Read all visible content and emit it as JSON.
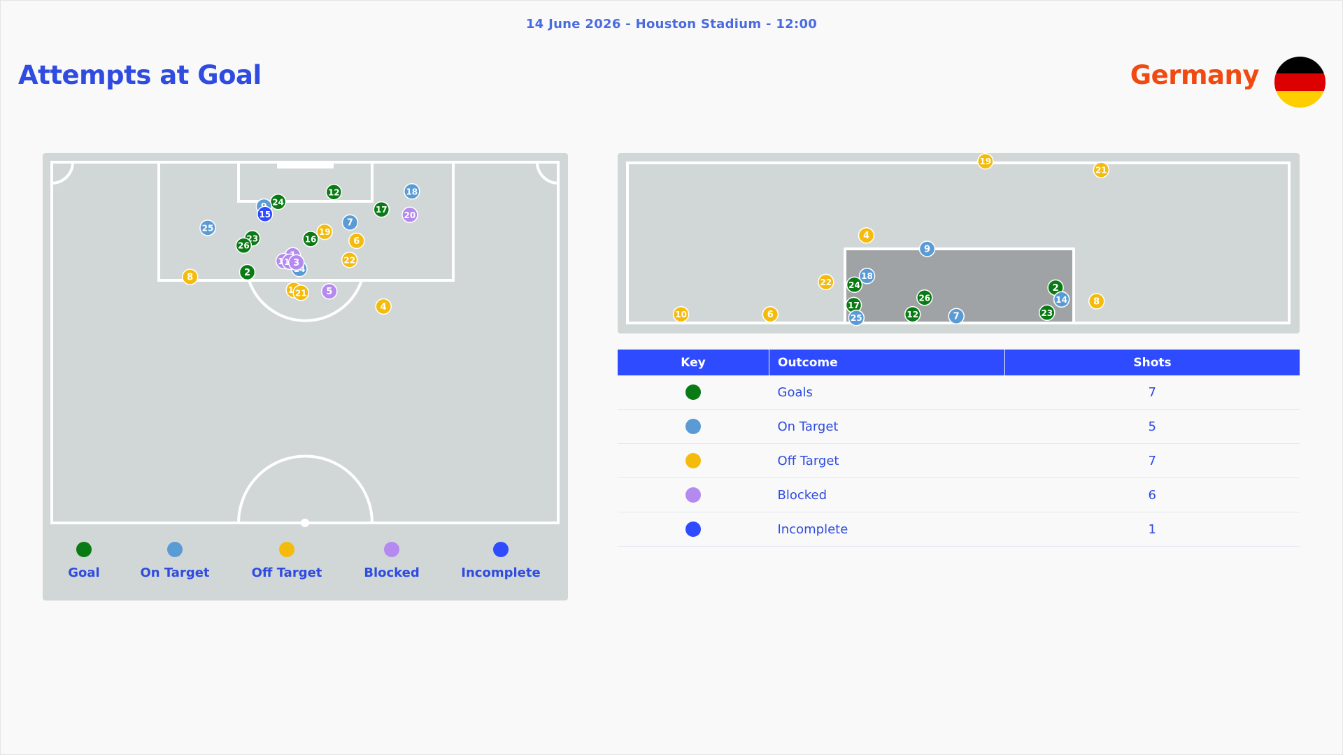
{
  "header": {
    "match_info": "14 June 2026 - Houston Stadium - 12:00",
    "title": "Attempts at Goal",
    "team": "Germany",
    "flag_icon": "germany-flag-icon"
  },
  "colors": {
    "goal": "#0a7a14",
    "on_target": "#5b9bd5",
    "off_target": "#f5bb0c",
    "blocked": "#b48af0",
    "incomplete": "#2f4bff",
    "title": "#2f4be0",
    "team": "#f04a12",
    "pitch": "#d0d7d6",
    "goal_mouth": "#a0a3a5"
  },
  "flag_colors": [
    "#000000",
    "#dd0000",
    "#ffce00"
  ],
  "legend": [
    {
      "outcome": "goal",
      "label": "Goal"
    },
    {
      "outcome": "on_target",
      "label": "On Target"
    },
    {
      "outcome": "off_target",
      "label": "Off Target"
    },
    {
      "outcome": "blocked",
      "label": "Blocked"
    },
    {
      "outcome": "incomplete",
      "label": "Incomplete"
    }
  ],
  "table": {
    "headers": [
      "Key",
      "Outcome",
      "Shots"
    ],
    "rows": [
      {
        "outcome": "goal",
        "label": "Goals",
        "shots": 7
      },
      {
        "outcome": "on_target",
        "label": "On Target",
        "shots": 5
      },
      {
        "outcome": "off_target",
        "label": "Off Target",
        "shots": 7
      },
      {
        "outcome": "blocked",
        "label": "Blocked",
        "shots": 6
      },
      {
        "outcome": "incomplete",
        "label": "Incomplete",
        "shots": 1
      }
    ]
  },
  "chart_data": [
    {
      "type": "scatter",
      "x_range": [
        0,
        100
      ],
      "y_range": [
        0,
        100
      ],
      "shots": [
        {
          "label": "12",
          "outcome": "goal",
          "x": 55.7,
          "y": 8.3
        },
        {
          "label": "24",
          "outcome": "goal",
          "x": 44.7,
          "y": 11.0
        },
        {
          "label": "17",
          "outcome": "goal",
          "x": 65.1,
          "y": 13.1
        },
        {
          "label": "16",
          "outcome": "goal",
          "x": 51.1,
          "y": 21.3
        },
        {
          "label": "23",
          "outcome": "goal",
          "x": 39.6,
          "y": 21.1
        },
        {
          "label": "26",
          "outcome": "goal",
          "x": 37.9,
          "y": 23.1
        },
        {
          "label": "2",
          "outcome": "goal",
          "x": 38.6,
          "y": 30.5
        },
        {
          "label": "18",
          "outcome": "on_target",
          "x": 71.1,
          "y": 8.1
        },
        {
          "label": "9",
          "outcome": "on_target",
          "x": 41.9,
          "y": 12.3
        },
        {
          "label": "7",
          "outcome": "on_target",
          "x": 58.9,
          "y": 16.7
        },
        {
          "label": "25",
          "outcome": "on_target",
          "x": 30.8,
          "y": 18.2
        },
        {
          "label": "14",
          "outcome": "on_target",
          "x": 48.9,
          "y": 29.6
        },
        {
          "label": "19",
          "outcome": "off_target",
          "x": 53.9,
          "y": 19.3
        },
        {
          "label": "6",
          "outcome": "off_target",
          "x": 60.2,
          "y": 21.8
        },
        {
          "label": "22",
          "outcome": "off_target",
          "x": 58.8,
          "y": 27.1
        },
        {
          "label": "8",
          "outcome": "off_target",
          "x": 27.3,
          "y": 31.8
        },
        {
          "label": "10",
          "outcome": "off_target",
          "x": 47.8,
          "y": 35.4
        },
        {
          "label": "21",
          "outcome": "off_target",
          "x": 49.2,
          "y": 36.2
        },
        {
          "label": "4",
          "outcome": "off_target",
          "x": 65.5,
          "y": 40.0
        },
        {
          "label": "20",
          "outcome": "blocked",
          "x": 70.7,
          "y": 14.6
        },
        {
          "label": "1",
          "outcome": "blocked",
          "x": 47.6,
          "y": 25.8
        },
        {
          "label": "11",
          "outcome": "blocked",
          "x": 45.8,
          "y": 27.4
        },
        {
          "label": "13",
          "outcome": "blocked",
          "x": 47.0,
          "y": 27.6
        },
        {
          "label": "3",
          "outcome": "blocked",
          "x": 48.3,
          "y": 27.8
        },
        {
          "label": "5",
          "outcome": "blocked",
          "x": 54.8,
          "y": 35.8
        },
        {
          "label": "15",
          "outcome": "incomplete",
          "x": 42.1,
          "y": 14.4
        }
      ]
    },
    {
      "type": "scatter",
      "x_range": [
        0,
        100
      ],
      "y_range": [
        0,
        100
      ],
      "shots": [
        {
          "label": "19",
          "outcome": "off_target",
          "x": 54.1,
          "y": 101.0
        },
        {
          "label": "21",
          "outcome": "off_target",
          "x": 71.6,
          "y": 95.6
        },
        {
          "label": "4",
          "outcome": "off_target",
          "x": 36.1,
          "y": 54.7
        },
        {
          "label": "9",
          "outcome": "on_target",
          "x": 45.3,
          "y": 46.3
        },
        {
          "label": "22",
          "outcome": "off_target",
          "x": 30.0,
          "y": 25.6
        },
        {
          "label": "18",
          "outcome": "on_target",
          "x": 36.2,
          "y": 29.4
        },
        {
          "label": "24",
          "outcome": "goal",
          "x": 34.3,
          "y": 23.9
        },
        {
          "label": "2",
          "outcome": "goal",
          "x": 64.7,
          "y": 22.1
        },
        {
          "label": "14",
          "outcome": "on_target",
          "x": 65.6,
          "y": 14.7
        },
        {
          "label": "8",
          "outcome": "off_target",
          "x": 70.9,
          "y": 13.6
        },
        {
          "label": "26",
          "outcome": "goal",
          "x": 44.9,
          "y": 15.8
        },
        {
          "label": "10",
          "outcome": "off_target",
          "x": 8.1,
          "y": 5.4
        },
        {
          "label": "6",
          "outcome": "off_target",
          "x": 21.6,
          "y": 5.4
        },
        {
          "label": "17",
          "outcome": "goal",
          "x": 34.2,
          "y": 11.2
        },
        {
          "label": "25",
          "outcome": "on_target",
          "x": 34.6,
          "y": 3.2
        },
        {
          "label": "12",
          "outcome": "goal",
          "x": 43.1,
          "y": 5.4
        },
        {
          "label": "7",
          "outcome": "on_target",
          "x": 49.7,
          "y": 4.3
        },
        {
          "label": "23",
          "outcome": "goal",
          "x": 63.4,
          "y": 6.4
        }
      ]
    }
  ]
}
